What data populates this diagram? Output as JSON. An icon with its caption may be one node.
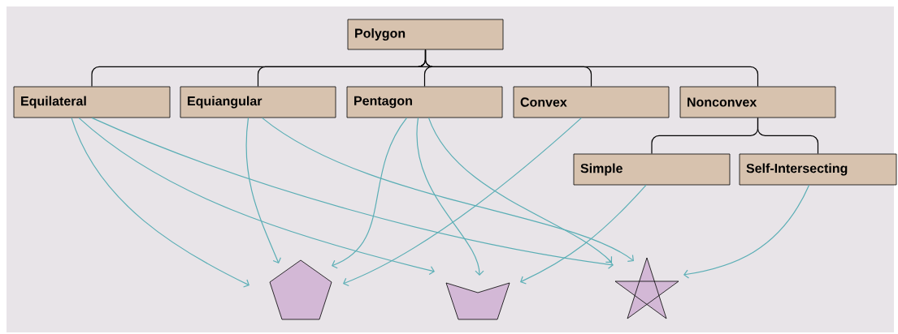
{
  "diagram": {
    "nodes": [
      {
        "text": [
          "Polygon"
        ]
      },
      {
        "text": [
          "Equilateral"
        ]
      },
      {
        "text": [
          "Equiangular"
        ]
      },
      {
        "text": [
          "Pentagon"
        ]
      },
      {
        "text": [
          "Convex"
        ]
      },
      {
        "text": [
          "Nonconvex"
        ]
      },
      {
        "text": [
          "Simple"
        ]
      },
      {
        "text": [
          "Self-Intersecting"
        ]
      },
      {
        "text": [],
        "shape": "pentagon"
      },
      {
        "text": [],
        "shape": "polygon"
      },
      {
        "text": [],
        "shape": "star"
      }
    ],
    "edges": [
      {
        "from": 0,
        "to": 1,
        "arrow": "none",
        "color": "#000000"
      },
      {
        "from": 0,
        "to": 2,
        "arrow": "none",
        "color": "#000000"
      },
      {
        "from": 0,
        "to": 3,
        "arrow": "none",
        "color": "#000000"
      },
      {
        "from": 0,
        "to": 4,
        "arrow": "none",
        "color": "#000000"
      },
      {
        "from": 0,
        "to": 5,
        "arrow": "none",
        "color": "#000000"
      },
      {
        "from": 5,
        "to": 6,
        "arrow": "none",
        "color": "#000000"
      },
      {
        "from": 5,
        "to": 7,
        "arrow": "none",
        "color": "#000000"
      },
      {
        "from": 1,
        "to": 8,
        "arrow": "to"
      },
      {
        "from": 1,
        "to": 9,
        "arrow": "to"
      },
      {
        "from": 1,
        "to": 10,
        "arrow": "to"
      },
      {
        "from": 2,
        "to": 8,
        "arrow": "to"
      },
      {
        "from": 2,
        "to": 10,
        "arrow": "to"
      },
      {
        "from": 3,
        "to": 8,
        "arrow": "to"
      },
      {
        "from": 3,
        "to": 9,
        "arrow": "to"
      },
      {
        "from": 3,
        "to": 10,
        "arrow": "to"
      },
      {
        "from": 4,
        "to": 8,
        "arrow": "to"
      },
      {
        "from": 6,
        "to": 9,
        "arrow": "to"
      },
      {
        "from": 7,
        "to": 10,
        "arrow": "to"
      }
    ]
  }
}
